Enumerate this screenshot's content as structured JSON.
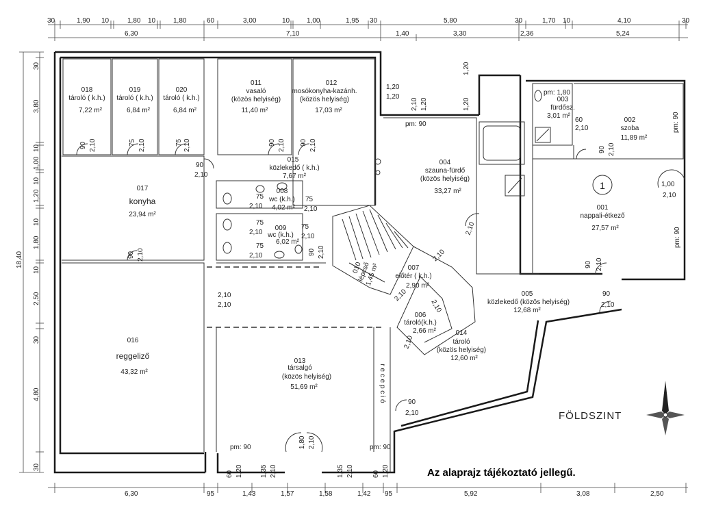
{
  "floor_label": "FÖLDSZINT",
  "note": "Az alaprajz tájékoztató jellegű.",
  "dims_top1": [
    "30",
    "1,90",
    "10",
    "1,80",
    "10",
    "1,80",
    "60",
    "3,00",
    "10",
    "1,00",
    "1,95",
    "30",
    "5,80",
    "30",
    "1,70",
    "10",
    "4,10",
    "30"
  ],
  "dims_top2": [
    "6,30",
    "7,10",
    "1,40",
    "3,30",
    "2,36",
    "5,24"
  ],
  "dims_bottom1": [
    "60",
    "1,20",
    "1,35",
    "2,10",
    "1,35",
    "2,10",
    "60",
    "1,20"
  ],
  "dims_bottom2": [
    "6,30",
    "95",
    "1,43",
    "1,57",
    "1,58",
    "1,42",
    "95",
    "5,92",
    "3,08",
    "2,50"
  ],
  "dims_left": [
    "30",
    "3,80",
    "10",
    "1,00",
    "10",
    "1,20",
    "10",
    "1,80",
    "10",
    "2,50",
    "30",
    "4,80",
    "30"
  ],
  "dims_left_total": "18,40",
  "rooms": [
    {
      "num": "018",
      "name": "tároló ( k.h.)",
      "area": "7,22 m²"
    },
    {
      "num": "019",
      "name": "tároló ( k.h.)",
      "area": "6,84 m²"
    },
    {
      "num": "020",
      "name": "tároló ( k.h.)",
      "area": "6,84 m²"
    },
    {
      "num": "011",
      "name": "vasaló",
      "sub": "(közös helyiség)",
      "area": "11,40 m²"
    },
    {
      "num": "012",
      "name": "mosókonyha-kazánh.",
      "sub": "(közös helyiség)",
      "area": "17,03 m²"
    },
    {
      "num": "015",
      "name": "közlekedő ( k.h.)",
      "area": "7,67 m²"
    },
    {
      "num": "008",
      "name": "wc (k.h.)",
      "area": "4,02 m²"
    },
    {
      "num": "009",
      "name": "wc (k.h.)",
      "area": "6,02 m²"
    },
    {
      "num": "017",
      "name": "konyha",
      "area": "23,94 m²"
    },
    {
      "num": "016",
      "name": "reggeliző",
      "area": "43,32 m²"
    },
    {
      "num": "013",
      "name": "társalgó",
      "sub": "(közös helyiség)",
      "area": "51,69 m²"
    },
    {
      "num": "010",
      "name": "lépcső",
      "area": "1,45 m²"
    },
    {
      "num": "007",
      "name": "előtér ( k.h.)",
      "area": "2,90 m²"
    },
    {
      "num": "006",
      "name": "tároló(k.h.)",
      "area": "2,66 m²"
    },
    {
      "num": "014",
      "name": "tároló",
      "sub": "(közös helyiség)",
      "area": "12,60 m²"
    },
    {
      "num": "004",
      "name": "szauna-fürdő",
      "sub": "(közös helyiség)",
      "area": "33,27 m²"
    },
    {
      "num": "005",
      "name": "közlekedő (közös helyiség)",
      "area": "12,68 m²"
    },
    {
      "num": "003",
      "name": "fürdősz.",
      "area": "3,01 m²"
    },
    {
      "num": "002",
      "name": "szoba",
      "area": "11,89 m²"
    },
    {
      "num": "001",
      "name": "nappali-étkező",
      "area": "27,57 m²"
    }
  ],
  "unit_badge": "1",
  "reception": "r e c e p c i ó",
  "door_labels": {
    "d90": "90",
    "d75": "75",
    "d60": "60",
    "d100": "1,00",
    "h210": "2,10",
    "pm90": "pm: 90",
    "pm180": "pm: 1,80",
    "d120": "1,20",
    "d210": "2,10",
    "d180": "1,80"
  }
}
